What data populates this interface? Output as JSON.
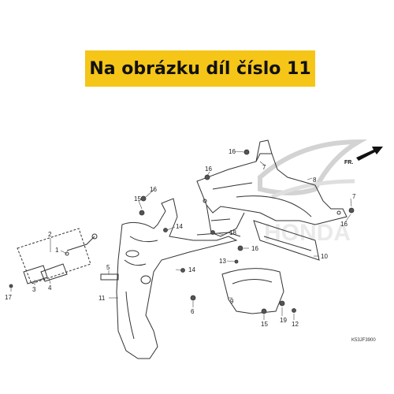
{
  "banner": {
    "text": "Na obrázku díl číslo 11",
    "background": "#f5c518"
  },
  "watermark": {
    "text": "HONDA",
    "icon": "honda-wing-logo"
  },
  "direction": {
    "label": "FR.",
    "icon": "arrow-icon"
  },
  "diagram_code": "K53JF3900",
  "callouts": [
    {
      "id": "c16a",
      "text": "16"
    },
    {
      "id": "c7a",
      "text": "7"
    },
    {
      "id": "c8",
      "text": "8"
    },
    {
      "id": "c16b",
      "text": "16"
    },
    {
      "id": "c7b",
      "text": "7"
    },
    {
      "id": "c16c",
      "text": "16"
    },
    {
      "id": "c16d",
      "text": "16"
    },
    {
      "id": "c15",
      "text": "15"
    },
    {
      "id": "c14a",
      "text": "14"
    },
    {
      "id": "c18",
      "text": "18"
    },
    {
      "id": "c16e",
      "text": "16"
    },
    {
      "id": "c10",
      "text": "10"
    },
    {
      "id": "c2",
      "text": "2"
    },
    {
      "id": "c1",
      "text": "1"
    },
    {
      "id": "c17",
      "text": "17"
    },
    {
      "id": "c3",
      "text": "3"
    },
    {
      "id": "c4",
      "text": "4"
    },
    {
      "id": "c5",
      "text": "5"
    },
    {
      "id": "c11",
      "text": "11"
    },
    {
      "id": "c14b",
      "text": "14"
    },
    {
      "id": "c6",
      "text": "6"
    },
    {
      "id": "c13",
      "text": "13"
    },
    {
      "id": "c9",
      "text": "9"
    },
    {
      "id": "c15b",
      "text": "15"
    },
    {
      "id": "c19",
      "text": "19"
    },
    {
      "id": "c12",
      "text": "12"
    }
  ]
}
